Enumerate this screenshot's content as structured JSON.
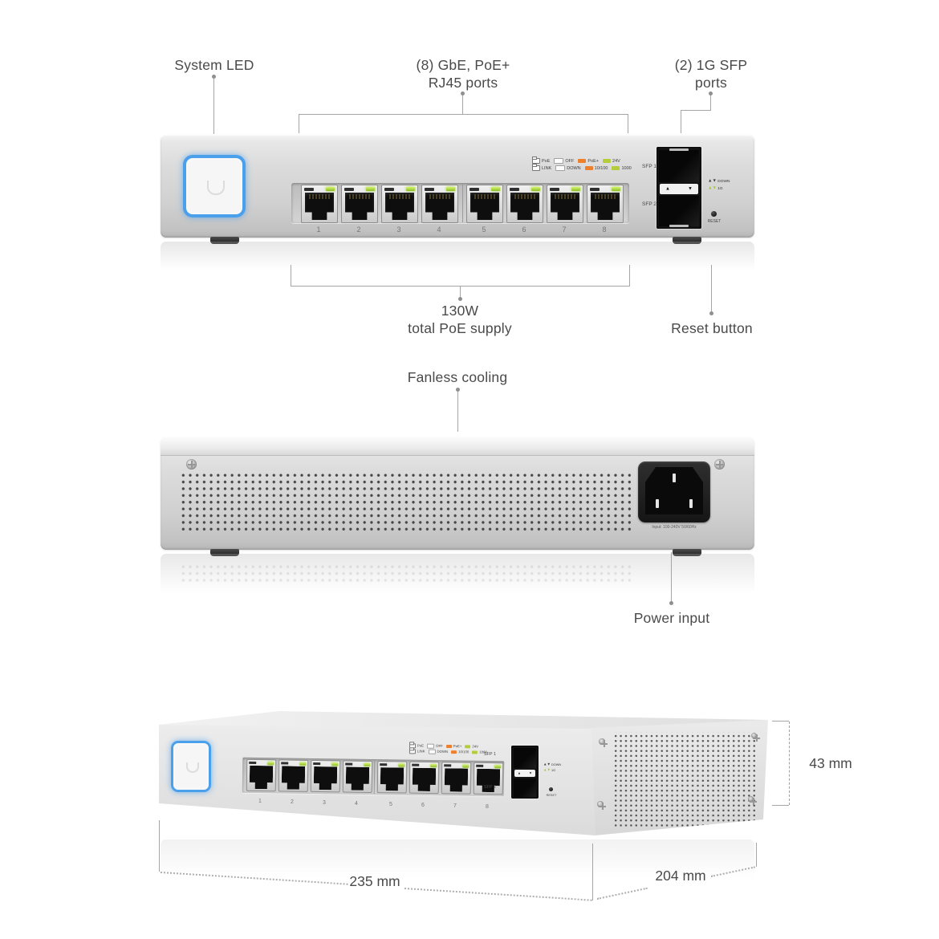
{
  "front_view": {
    "callouts": {
      "system_led": "System LED",
      "ports_line1": "(8) GbE, PoE+",
      "ports_line2": "RJ45 ports",
      "sfp_line1": "(2) 1G SFP",
      "sfp_line2": "ports",
      "poe_line1": "130W",
      "poe_line2": "total PoE supply",
      "reset": "Reset button"
    }
  },
  "back_view": {
    "callouts": {
      "fanless": "Fanless cooling",
      "power": "Power input"
    },
    "inlet_label": "Input: 100-240V 50/60Hz"
  },
  "dimensions": {
    "width": "235 mm",
    "depth": "204 mm",
    "height": "43 mm"
  },
  "panel": {
    "port_numbers": [
      "1",
      "2",
      "3",
      "4",
      "5",
      "6",
      "7",
      "8"
    ],
    "legend_row1": [
      "PoE",
      "OFF",
      "PoE+",
      "24V"
    ],
    "legend_row2": [
      "LINK",
      "DOWN",
      "10/100",
      "1000"
    ],
    "sfp1_label": "SFP 1",
    "sfp2_label": "SFP 2",
    "status_down": "DOWN",
    "status_1g": "1G",
    "reset_label": "RESET"
  },
  "icons": {
    "up_triangle": "▲",
    "down_triangle": "▼"
  },
  "colors": {
    "led_ring_blue": "#4ba0ec",
    "port_led_green": "#9fd038",
    "legend_orange": "#ee7f2c",
    "legend_green": "#b5cd3b"
  }
}
